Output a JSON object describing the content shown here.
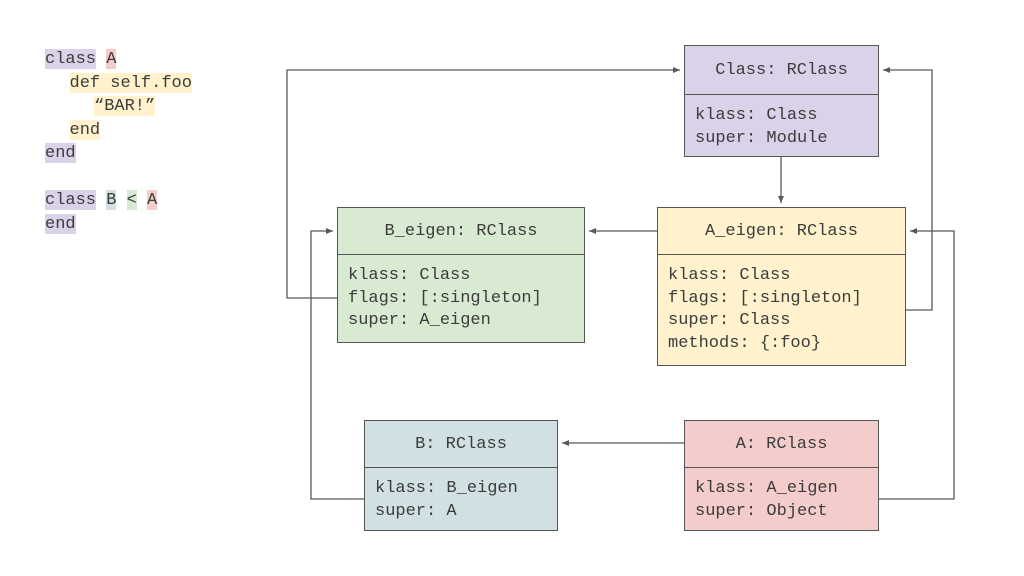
{
  "colors": {
    "purple": "#d9d2e9",
    "yellow": "#fff2cc",
    "green": "#d9ead3",
    "blue": "#d0e0e3",
    "red": "#f4cccc",
    "border": "#555555",
    "arrow": "#595959"
  },
  "code": {
    "lines": [
      {
        "indent": 0,
        "tokens": [
          {
            "text": "class",
            "bg": "#d9d2e9"
          },
          {
            "text": " "
          },
          {
            "text": "A",
            "bg": "#f4cccc"
          }
        ]
      },
      {
        "indent": 1,
        "tokens": [
          {
            "text": "def self.foo",
            "bg": "#fff2cc"
          }
        ]
      },
      {
        "indent": 2,
        "tokens": [
          {
            "text": "“BAR!”",
            "bg": "#fff2cc"
          }
        ]
      },
      {
        "indent": 1,
        "tokens": [
          {
            "text": "end",
            "bg": "#fff2cc"
          }
        ]
      },
      {
        "indent": 0,
        "tokens": [
          {
            "text": "end",
            "bg": "#d9d2e9"
          }
        ]
      },
      {
        "indent": 0,
        "tokens": []
      },
      {
        "indent": 0,
        "tokens": [
          {
            "text": "class",
            "bg": "#d9d2e9"
          },
          {
            "text": " "
          },
          {
            "text": "B",
            "bg": "#d0e0e3"
          },
          {
            "text": " "
          },
          {
            "text": "<",
            "bg": "#d9ead3"
          },
          {
            "text": " "
          },
          {
            "text": "A",
            "bg": "#f4cccc"
          }
        ]
      },
      {
        "indent": 0,
        "tokens": [
          {
            "text": "end",
            "bg": "#d9d2e9"
          }
        ]
      }
    ]
  },
  "boxes": {
    "class_rclass": {
      "title": "Class: RClass",
      "fields": [
        "klass: Class",
        "super: Module"
      ]
    },
    "a_eigen": {
      "title": "A_eigen: RClass",
      "fields": [
        "klass: Class",
        "flags: [:singleton]",
        "super: Class",
        "methods: {:foo}"
      ]
    },
    "b_eigen": {
      "title": "B_eigen: RClass",
      "fields": [
        "klass: Class",
        "flags: [:singleton]",
        "super: A_eigen"
      ]
    },
    "b_rclass": {
      "title": "B: RClass",
      "fields": [
        "klass: B_eigen",
        "super: A"
      ]
    },
    "a_rclass": {
      "title": "A: RClass",
      "fields": [
        "klass: A_eigen",
        "super: Object"
      ]
    }
  }
}
